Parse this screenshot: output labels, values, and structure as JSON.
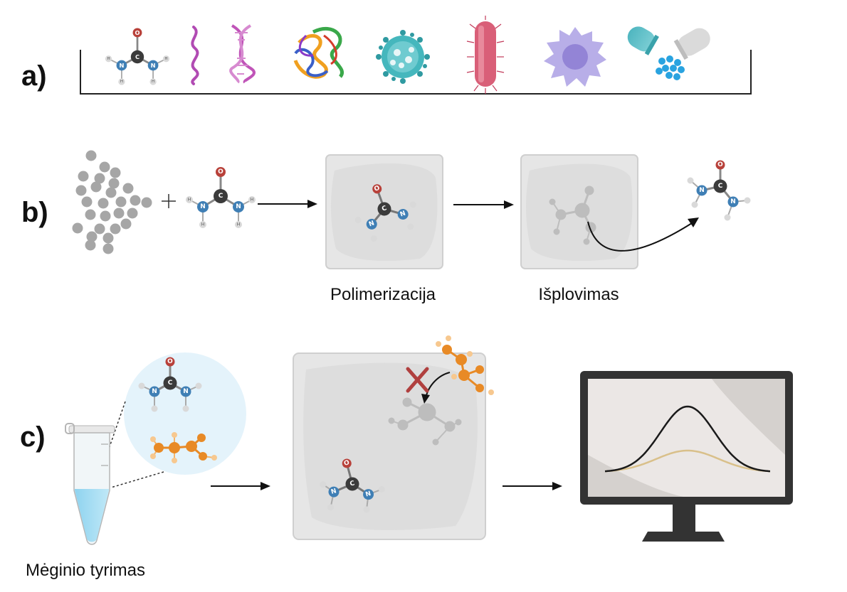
{
  "panels": {
    "a": {
      "label": "a)"
    },
    "b": {
      "label": "b)",
      "step1": "Polimerizacija",
      "step2": "Išplovimas"
    },
    "c": {
      "label": "c)",
      "caption": "Mėginio tyrimas"
    }
  },
  "atoms": {
    "carbon": "C",
    "oxygen": "O",
    "nitrogen": "N",
    "hydrogen": "H"
  },
  "icons_panel_a": [
    "urea-molecule-icon",
    "rna-strand-icon",
    "dna-helix-icon",
    "protein-icon",
    "virus-icon",
    "bacterium-icon",
    "cell-icon",
    "drug-capsule-icon"
  ],
  "colors": {
    "carbon": "#3b3b3b",
    "oxygen": "#b8413a",
    "nitrogen": "#3f7fb5",
    "hydrogen": "#d9d9d9",
    "interferent": "#e88a26",
    "polymer_bead": "#a6a6a6",
    "cross": "#b0403f",
    "curve_main": "#1a1a1a",
    "curve_secondary": "#d9c08a"
  }
}
